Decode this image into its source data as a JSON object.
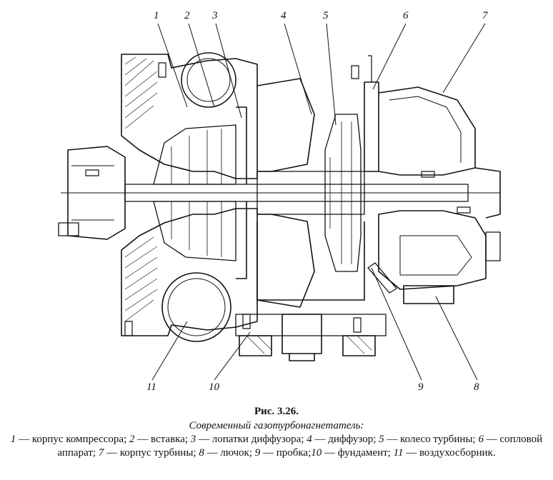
{
  "figure": {
    "number": "Рис. 3.26.",
    "title": "Современный газотурбонагнетатель:",
    "legend": [
      {
        "num": "1",
        "text": " — корпус компрессора; "
      },
      {
        "num": "2",
        "text": " — вставка; "
      },
      {
        "num": "3",
        "text": " — лопатки диффузора; "
      },
      {
        "num": "4",
        "text": " — диффузор; "
      },
      {
        "num": "5",
        "text": " — колесо турбины; "
      },
      {
        "num": "6",
        "text": " — сопловой аппарат; "
      },
      {
        "num": "7",
        "text": " — корпус турбины; "
      },
      {
        "num": "8",
        "text": " — лючок; "
      },
      {
        "num": "9",
        "text": " — пробка;"
      },
      {
        "num": "10",
        "text": " — фундамент; "
      },
      {
        "num": "11",
        "text": " — воздухосборник."
      }
    ]
  },
  "callouts": [
    "1",
    "2",
    "3",
    "4",
    "5",
    "6",
    "7",
    "8",
    "9",
    "10",
    "11"
  ]
}
